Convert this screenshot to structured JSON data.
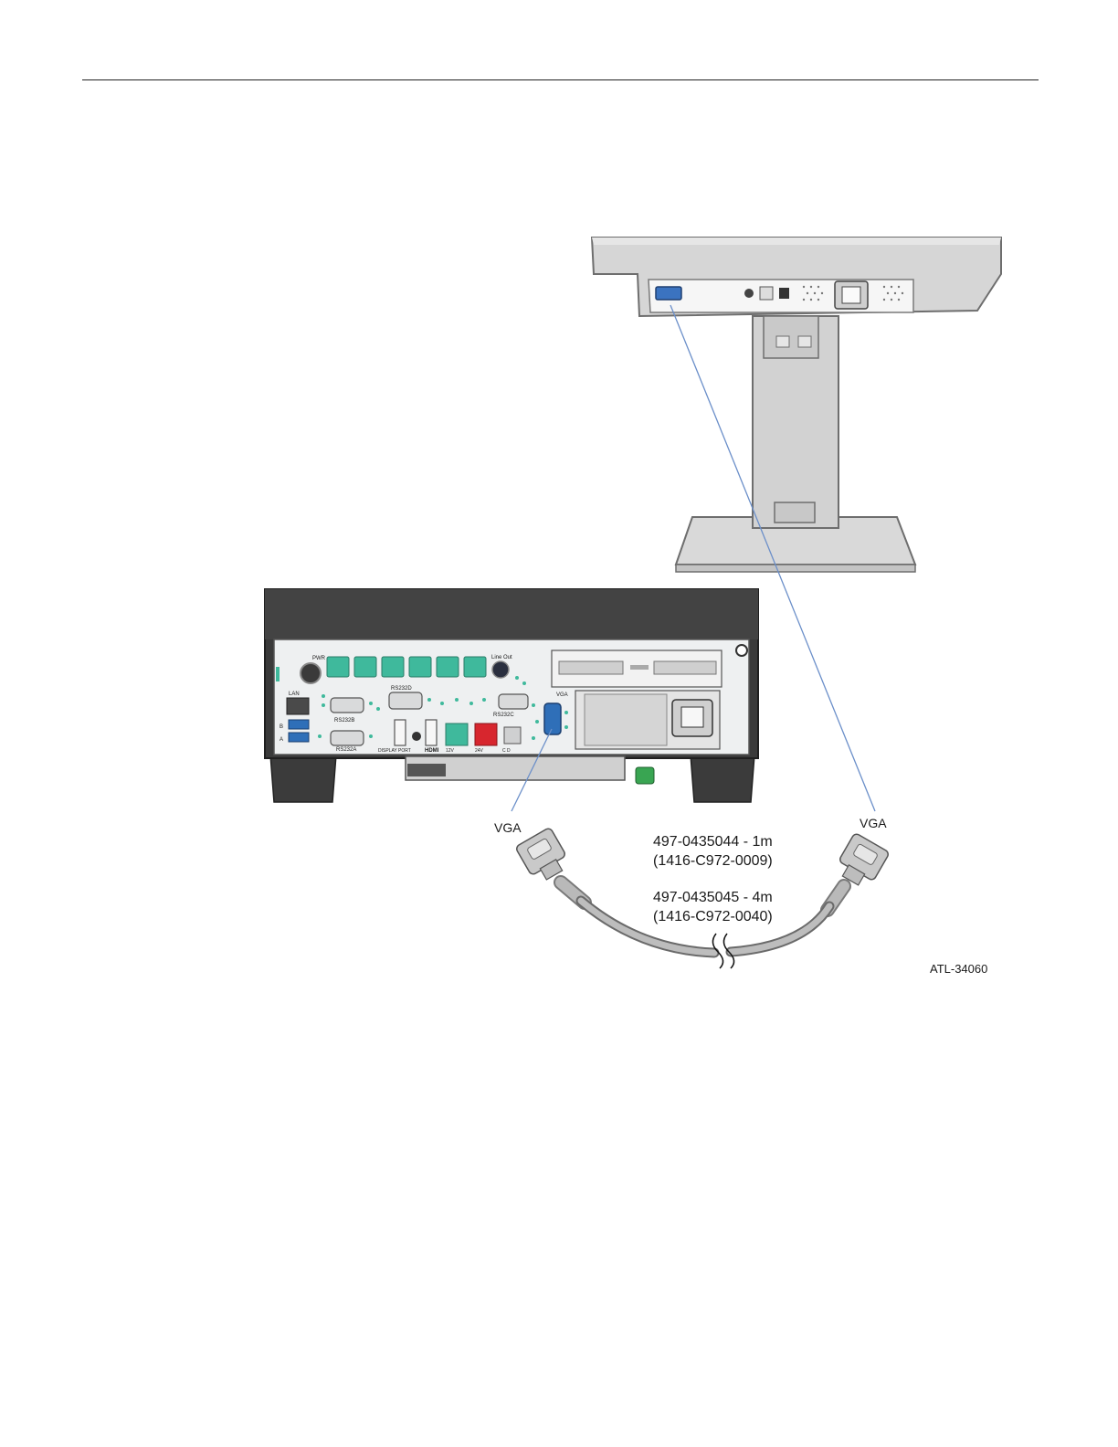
{
  "figure": {
    "terminal_port_label": "VGA",
    "monitor_port_label": "VGA",
    "cable_1m_part": "497-0435044 - 1m",
    "cable_1m_alt": "(1416-C972-0009)",
    "cable_4m_part": "497-0435045 - 4m",
    "cable_4m_alt": "(1416-C972-0040)",
    "figure_id": "ATL-34060",
    "terminal_labels": {
      "pwr": "PWR",
      "line_out": "Line Out",
      "lan": "LAN",
      "rs232a": "RS232A",
      "rs232b": "RS232B",
      "rs232c": "RS232C",
      "rs232d": "RS232D",
      "display_port": "DISPLAY PORT",
      "hdmi": "HDMI",
      "v12": "12V",
      "v24": "24V",
      "vga": "VGA",
      "cd": "C D",
      "usb_a": "A",
      "usb_b": "B"
    }
  },
  "colors": {
    "chassis_dark": "#3a3a3a",
    "panel_light": "#eef0f1",
    "port_green": "#3fb99c",
    "port_red": "#d7262e",
    "vga_blue": "#2f6fb8",
    "monitor_gray": "#d6d6d6",
    "cable_gray": "#b9b9b9",
    "leader_line_blue": "#6b8fc9"
  }
}
